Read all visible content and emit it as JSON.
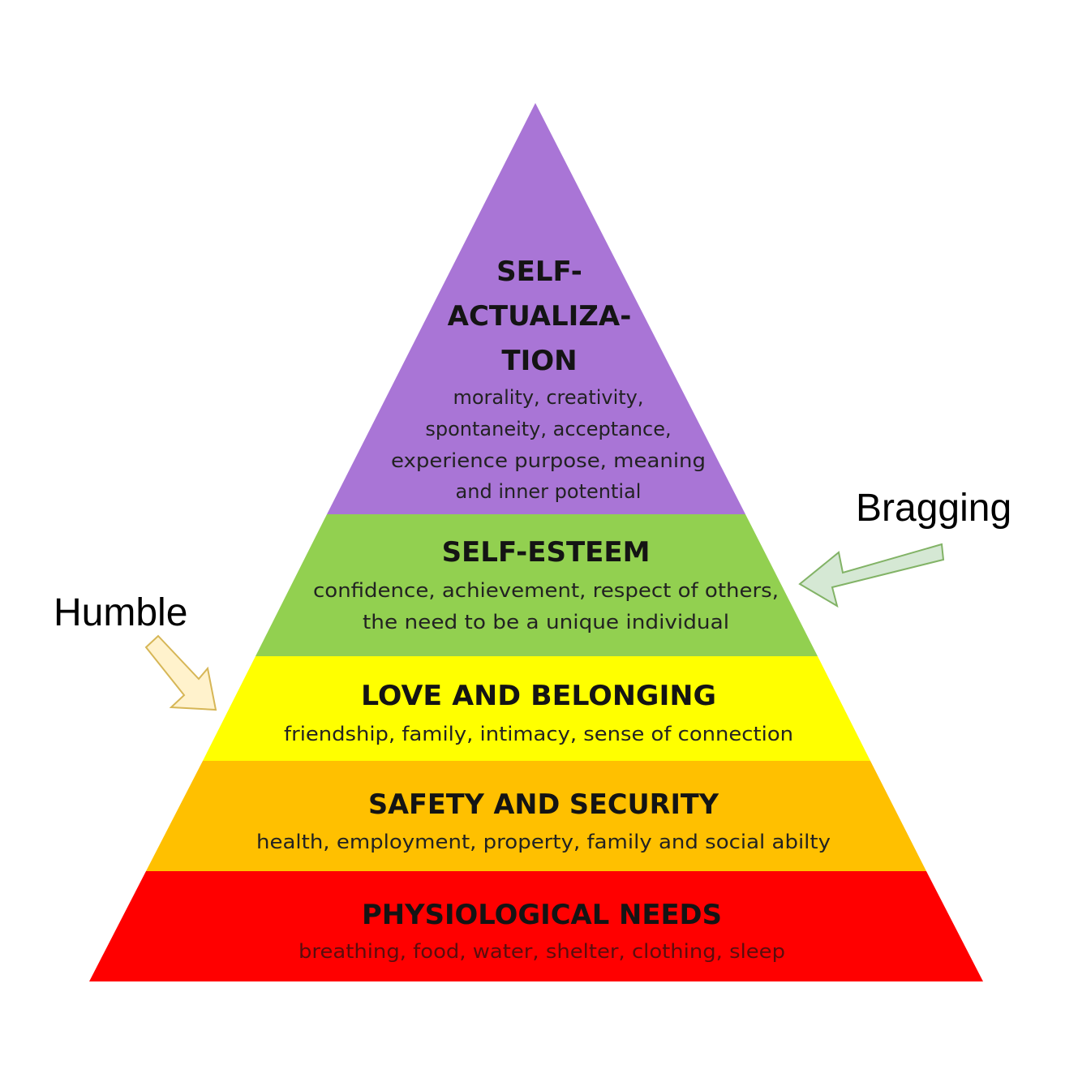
{
  "pyramid": {
    "levels": [
      {
        "id": "self-actualization",
        "title_lines": [
          "SELF-",
          "ACTUALIZA-",
          "TION"
        ],
        "desc_lines": [
          "morality, creativity,",
          "spontaneity, acceptance,",
          "experience purpose, meaning",
          "and inner potential"
        ],
        "color": "#a975d6"
      },
      {
        "id": "self-esteem",
        "title_lines": [
          "SELF-ESTEEM"
        ],
        "desc_lines": [
          "confidence, achievement, respect of others,",
          "the need to be a unique individual"
        ],
        "color": "#92d050"
      },
      {
        "id": "love-and-belonging",
        "title_lines": [
          "LOVE AND BELONGING"
        ],
        "desc_lines": [
          "friendship, family, intimacy, sense of connection"
        ],
        "color": "#ffff00"
      },
      {
        "id": "safety-and-security",
        "title_lines": [
          "SAFETY AND SECURITY"
        ],
        "desc_lines": [
          "health, employment, property, family and social abilty"
        ],
        "color": "#ffc000"
      },
      {
        "id": "physiological-needs",
        "title_lines": [
          "PHYSIOLOGICAL NEEDS"
        ],
        "desc_lines": [
          "breathing, food, water, shelter, clothing, sleep"
        ],
        "color": "#ff0000"
      }
    ]
  },
  "annotations": {
    "bragging": {
      "label": "Bragging",
      "arrow_fill": "#d5e8d4",
      "arrow_stroke": "#82b366",
      "points_to": "self-esteem"
    },
    "humble": {
      "label": "Humble",
      "arrow_fill": "#fff2cc",
      "arrow_stroke": "#d6b656",
      "points_to": "love-and-belonging"
    }
  }
}
